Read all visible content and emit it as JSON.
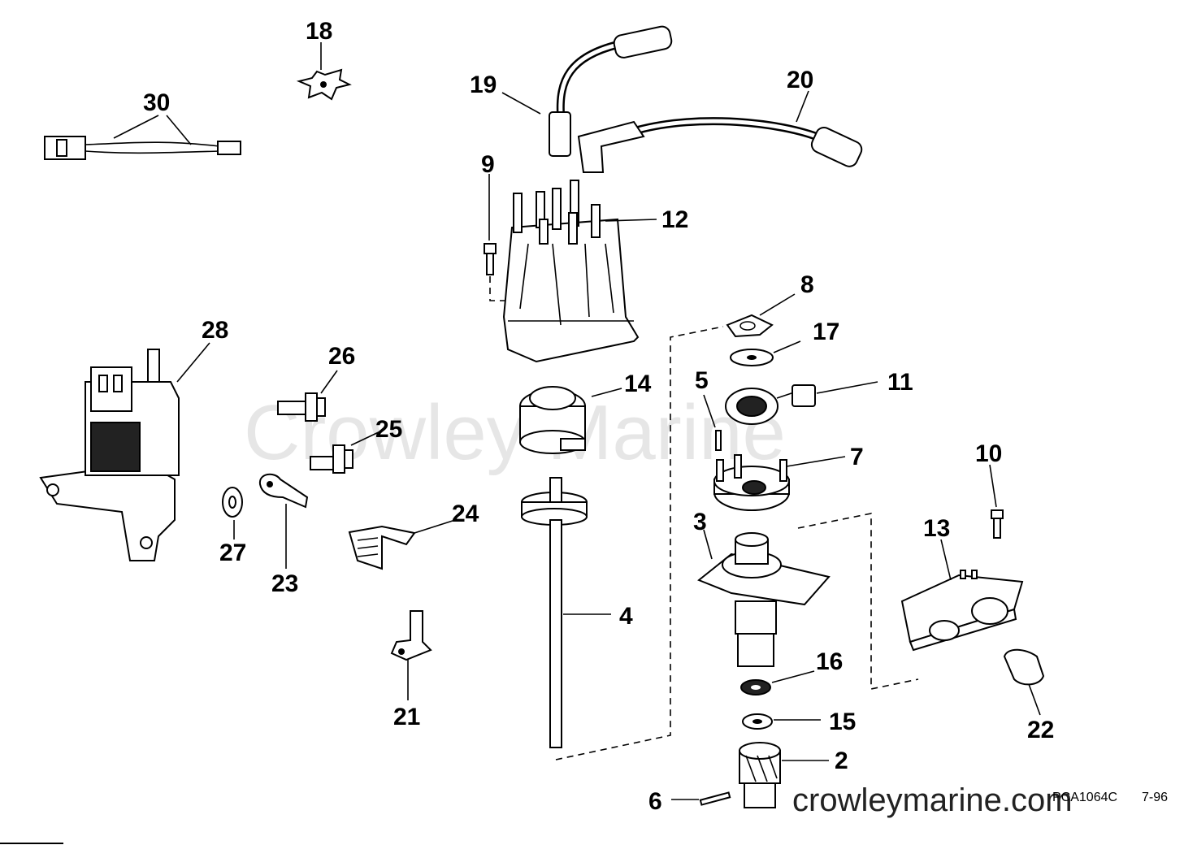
{
  "watermark": "Crowley Marine",
  "site": "crowleymarine.com",
  "drawing_code": "PCA1064C",
  "revision": "7-96",
  "callouts": [
    "2",
    "3",
    "4",
    "5",
    "6",
    "7",
    "8",
    "9",
    "10",
    "11",
    "12",
    "13",
    "14",
    "15",
    "16",
    "17",
    "18",
    "19",
    "20",
    "21",
    "22",
    "23",
    "24",
    "25",
    "26",
    "27",
    "28",
    "30"
  ]
}
